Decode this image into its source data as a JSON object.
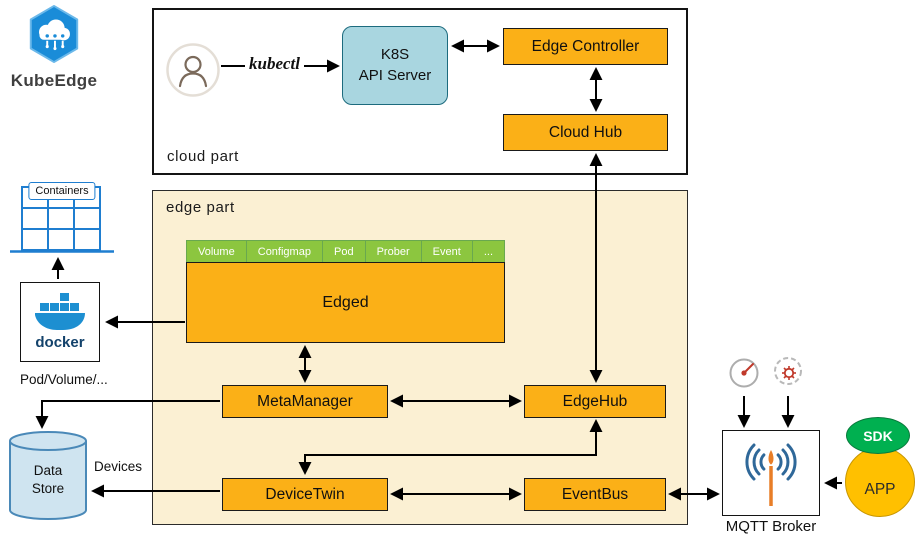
{
  "brand": {
    "name": "KubeEdge"
  },
  "cloud_part": {
    "label": "cloud part",
    "kubectl_label": "kubectl",
    "api_server_line1": "K8S",
    "api_server_line2": "API Server",
    "edge_controller": "Edge Controller",
    "cloud_hub": "Cloud Hub"
  },
  "edge_part": {
    "label": "edge part",
    "edged": "Edged",
    "tabs": [
      "Volume",
      "Configmap",
      "Pod",
      "Prober",
      "Event",
      "..."
    ],
    "meta_manager": "MetaManager",
    "edge_hub": "EdgeHub",
    "device_twin": "DeviceTwin",
    "event_bus": "EventBus"
  },
  "left_column": {
    "containers_label": "Containers",
    "docker_label": "docker",
    "pod_volume_label": "Pod/Volume/...",
    "data_store_label": "Data Store",
    "devices_label": "Devices"
  },
  "right_column": {
    "mqtt_broker_label": "MQTT Broker",
    "sdk_label": "SDK",
    "app_label": "APP"
  },
  "icons": {
    "kubeedge_logo": "hexagon-cloud-logo",
    "user": "person-in-circle",
    "containers": "container-grid",
    "docker": "docker-whale",
    "data_store": "database-cylinder",
    "mqtt": "antenna-signal-waves",
    "sensor_gauge": "gauge-dial",
    "sensor_gear": "gear-sensor"
  },
  "colors": {
    "box_orange": "#FBB017",
    "tab_green": "#8CC63F",
    "api_blue": "#A9D6E0",
    "edge_bg": "#FBF0D3",
    "sdk_green": "#00B050",
    "app_yellow": "#FFC000",
    "docker_blue": "#1D8FD1",
    "container_blue": "#1F7ED0",
    "datastore_fill": "#CFE4F0",
    "datastore_border": "#4A89B8",
    "arrow_black": "#000000"
  }
}
